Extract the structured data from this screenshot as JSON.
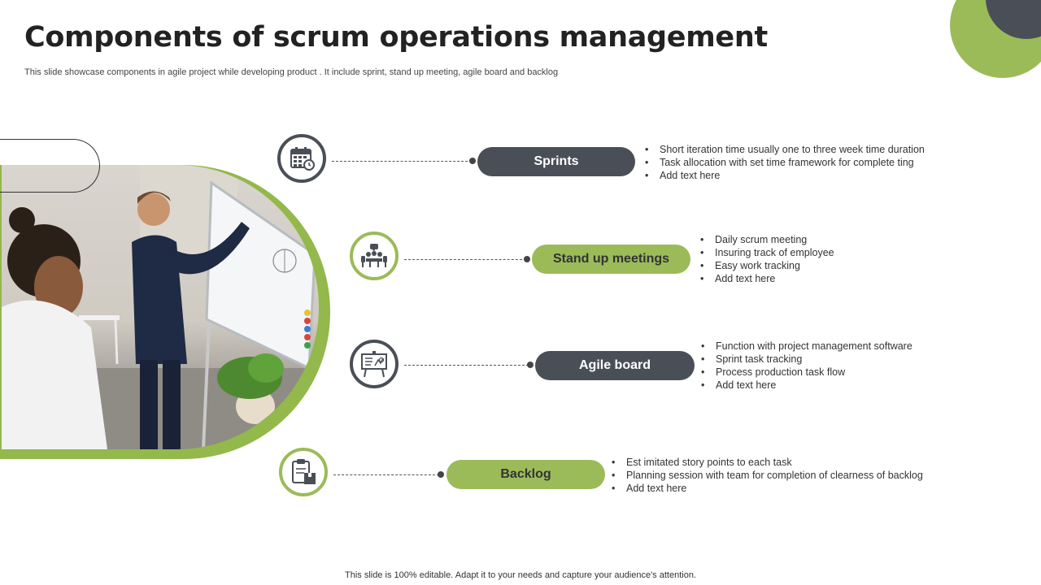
{
  "slide": {
    "title": "Components of scrum operations management",
    "subtitle": "This slide showcase components in agile project while developing product . It include sprint, stand up meeting, agile board and backlog",
    "footer": "This slide is 100% editable. Adapt it to your needs and capture your audience's attention."
  },
  "colors": {
    "accent_green": "#9bbb59",
    "dark_gray": "#4a4f57"
  },
  "components": [
    {
      "label": "Sprints",
      "icon": "calendar-icon",
      "bullets": [
        "Short iteration time usually one to three week time duration",
        "Task allocation with set time framework for complete ting",
        "Add text here"
      ]
    },
    {
      "label": "Stand up meetings",
      "icon": "meeting-icon",
      "bullets": [
        "Daily scrum meeting",
        "Insuring track of employee",
        "Easy work tracking",
        "Add text here"
      ]
    },
    {
      "label": "Agile board",
      "icon": "presentation-board-icon",
      "bullets": [
        "Function with project management software",
        "Sprint task tracking",
        "Process production task flow",
        "Add text here"
      ]
    },
    {
      "label": "Backlog",
      "icon": "clipboard-icon",
      "bullets": [
        "Est imitated story points to each task",
        "Planning session with team for completion of clearness of backlog",
        "Add text here"
      ]
    }
  ]
}
